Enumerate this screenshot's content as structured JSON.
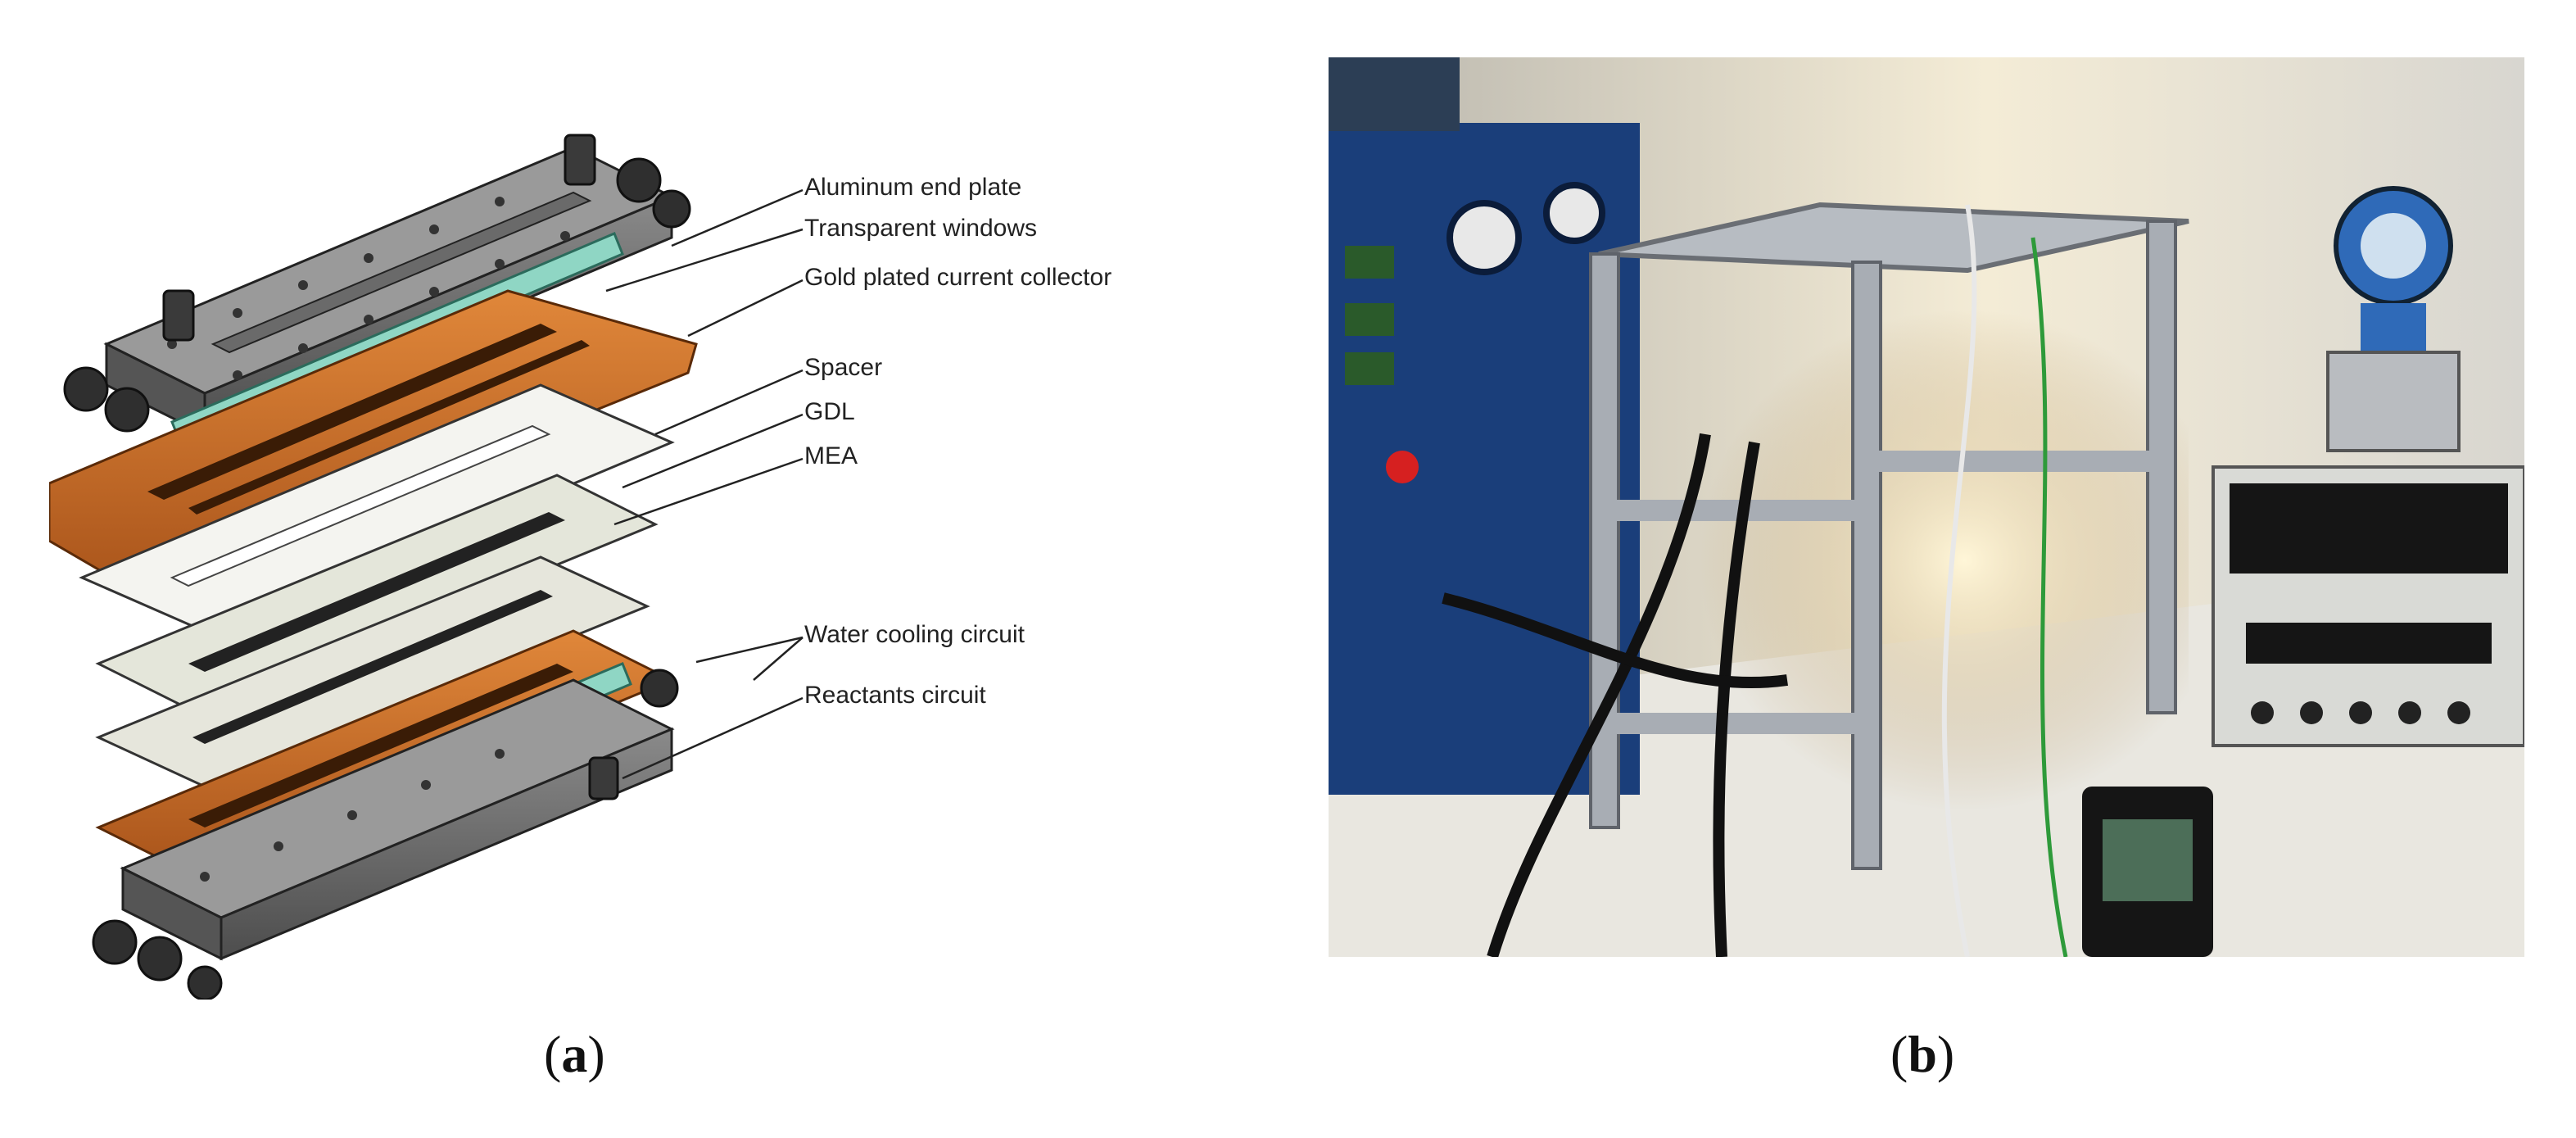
{
  "panel_a": {
    "labels": {
      "end_plate": "Aluminum end plate",
      "windows": "Transparent windows",
      "collector": "Gold plated current collector",
      "spacer": "Spacer",
      "gdl": "GDL",
      "mea": "MEA",
      "water": "Water cooling circuit",
      "reactants": "Reactants circuit"
    },
    "caption_open": "(",
    "caption_letter": "a",
    "caption_close": ")"
  },
  "panel_b": {
    "caption_open": "(",
    "caption_letter": "b",
    "caption_close": ")"
  },
  "colors": {
    "aluminum": "#6f6f6f",
    "copper": "#c8691e",
    "glass": "#8fd6c4",
    "gasket": "#e6e6dc",
    "bench": "#e9e7e0",
    "panel_blue": "#1a3e7a"
  }
}
